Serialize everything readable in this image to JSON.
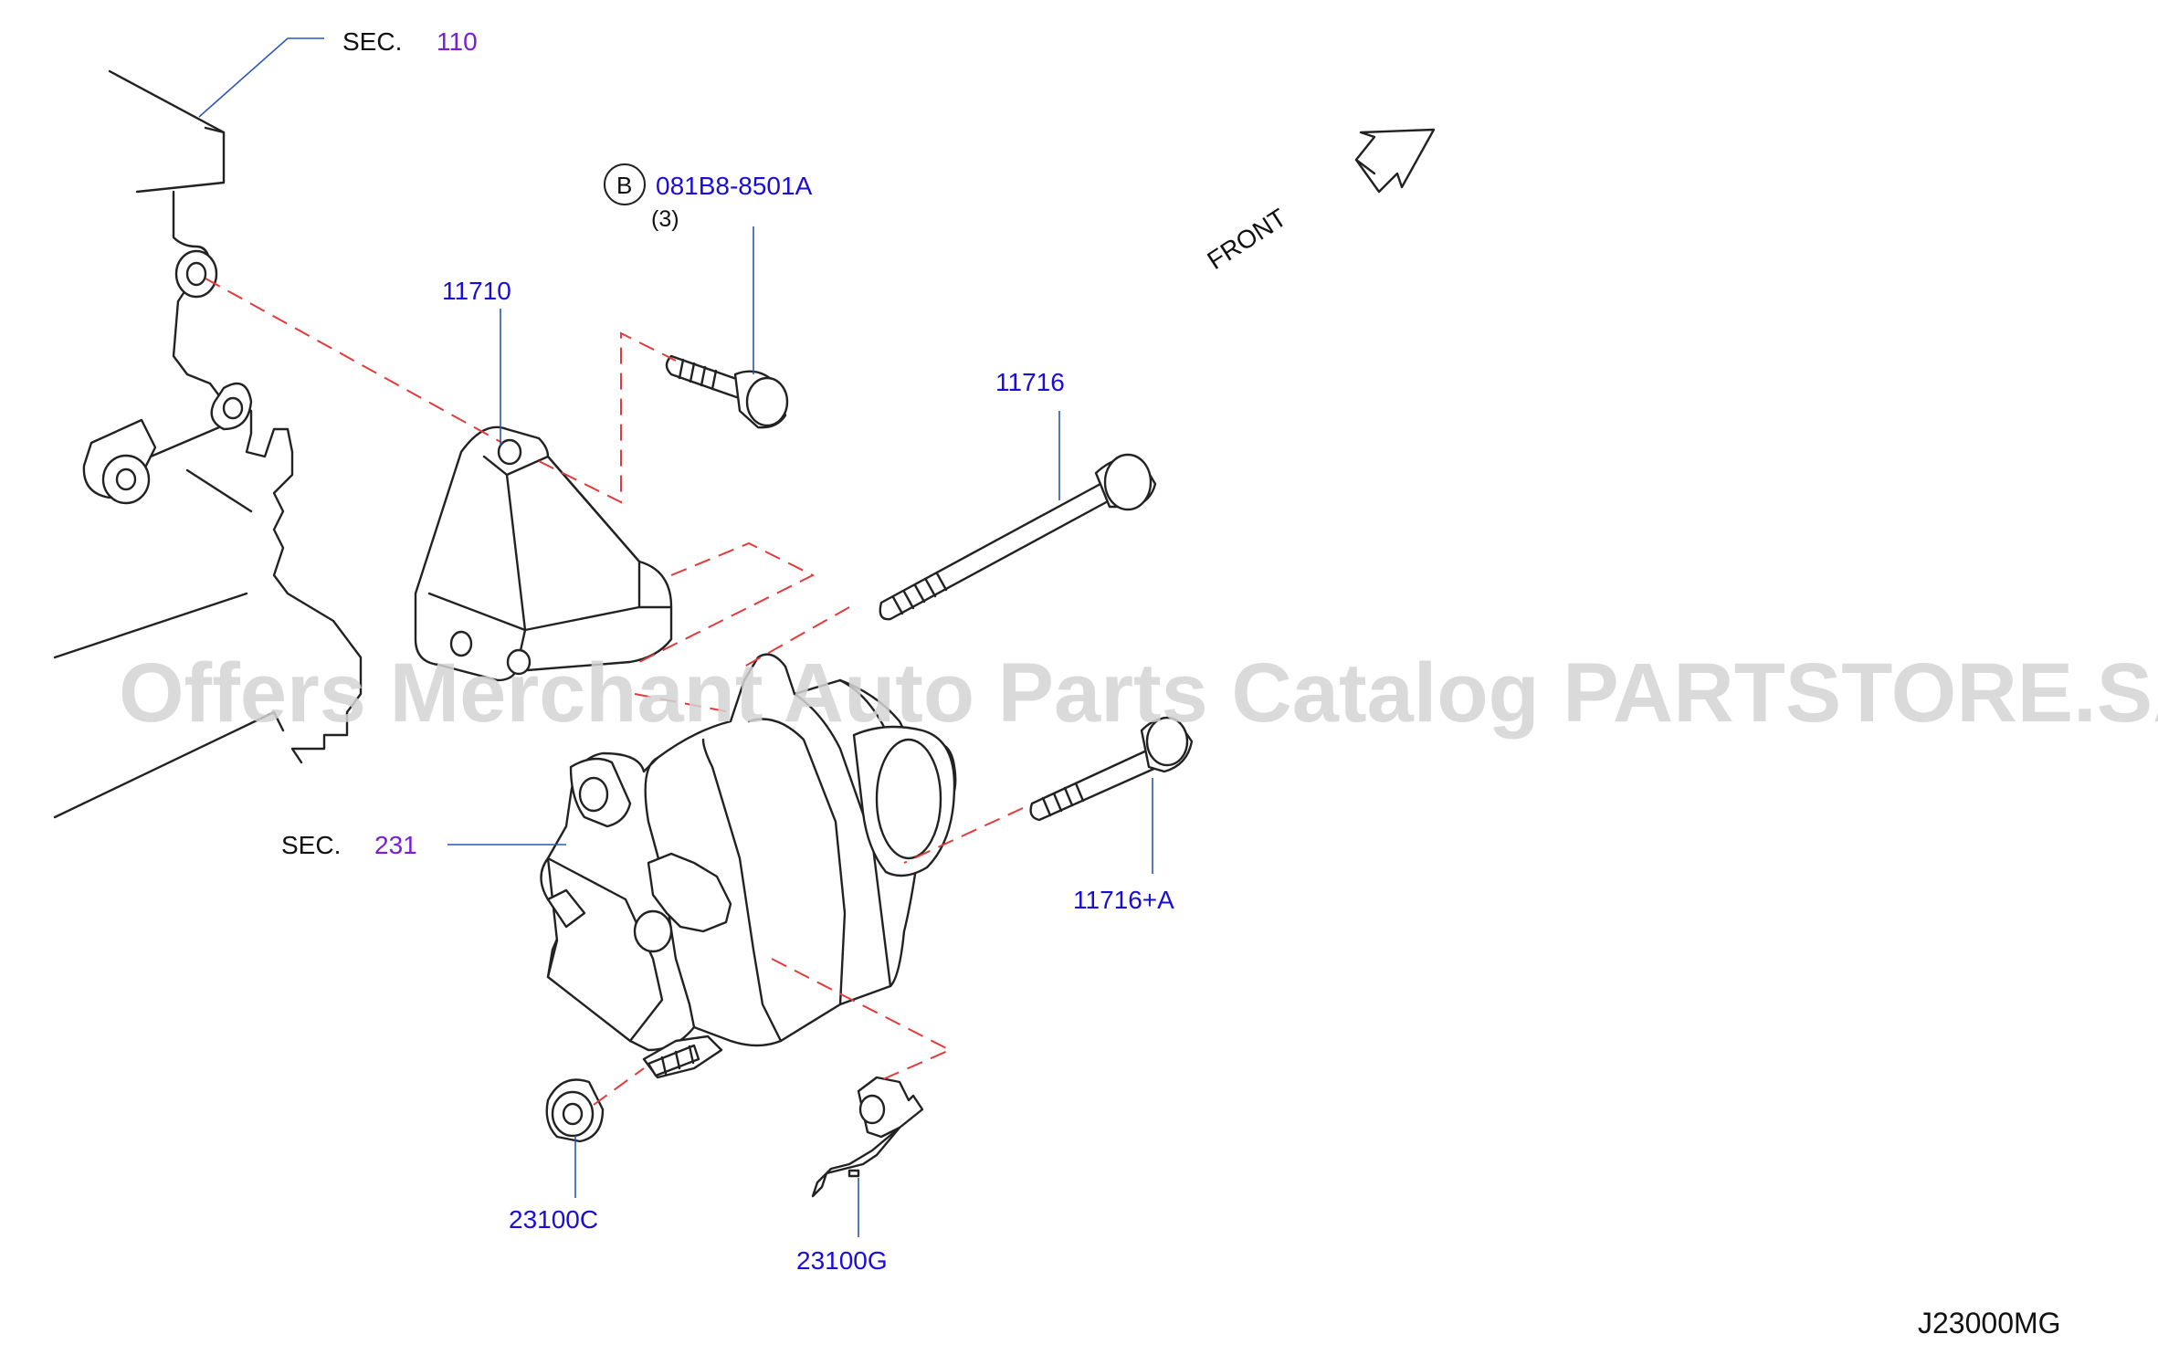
{
  "diagram_code": "J23000MG",
  "front_label": "FRONT",
  "watermark": "Offers Merchant Auto Parts Catalog PARTSTORE.SA",
  "sections": [
    {
      "prefix": "SEC.",
      "number": "110"
    },
    {
      "prefix": "SEC.",
      "number": "231"
    }
  ],
  "callouts": {
    "bolt_b": {
      "badge": "B",
      "part_number": "081B8-8501A",
      "qty": "(3)"
    },
    "bracket": "11710",
    "long_bolt": "11716",
    "short_bolt": "11716+A",
    "nut": "23100C",
    "clip": "23100G"
  },
  "colors": {
    "part_number": "#1a0dd6",
    "section_number": "#7a1fd0",
    "leader_line": "#2a56b8",
    "assembly_line": "#e23b3b",
    "watermark": "#d4d4d4"
  }
}
